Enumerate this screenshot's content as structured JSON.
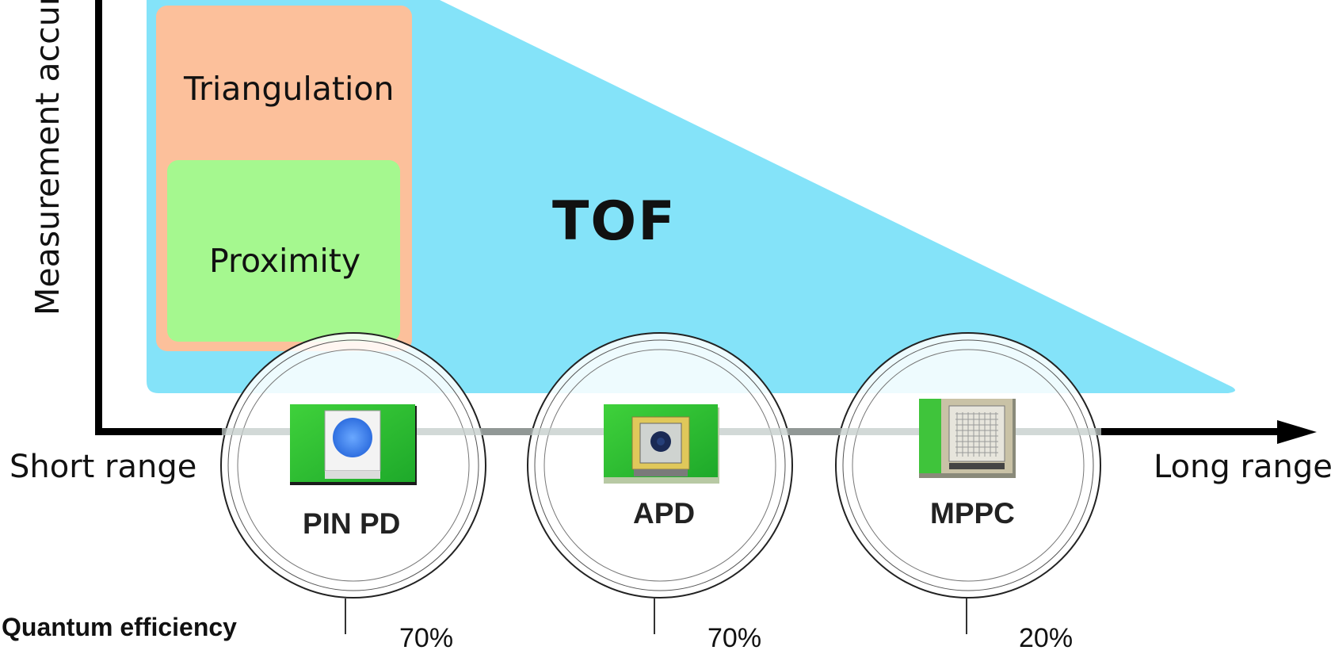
{
  "diagram": {
    "y_axis_label": "Measurement accuracy",
    "x_axis": {
      "left_label": "Short range",
      "right_label": "Long range"
    },
    "regions": {
      "tof": "TOF",
      "triangulation": "Triangulation",
      "proximity": "Proximity"
    },
    "colors": {
      "tof": "#84e3f9",
      "triangulation": "#fcc09b",
      "proximity": "#a5f88f",
      "axis": "#000000"
    },
    "devices": [
      {
        "name": "PIN PD",
        "quantum_efficiency": "70%"
      },
      {
        "name": "APD",
        "quantum_efficiency": "70%"
      },
      {
        "name": "MPPC",
        "quantum_efficiency": "20%"
      }
    ],
    "quantum_efficiency_title": "Quantum efficiency"
  }
}
